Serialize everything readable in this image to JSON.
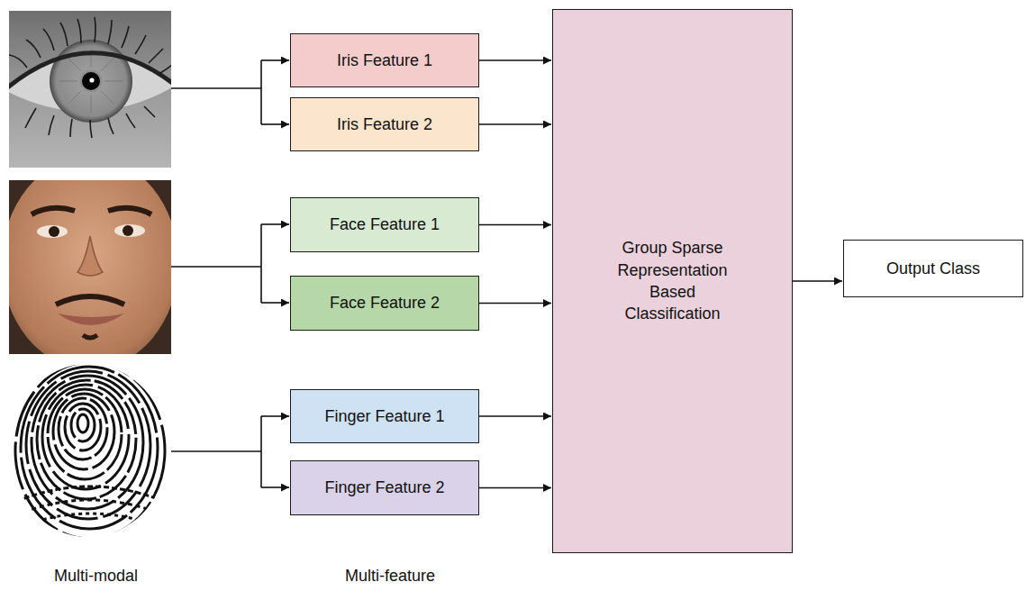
{
  "diagram": {
    "nodes": [
      {
        "text": [
          "Iris Feature 1"
        ]
      },
      {
        "text": [
          "Iris Feature 2"
        ]
      },
      {
        "text": [
          "Face Feature 1"
        ]
      },
      {
        "text": [
          "Face Feature 2"
        ]
      },
      {
        "text": [
          "Finger Feature 1"
        ]
      },
      {
        "text": [
          "Finger Feature 2"
        ]
      },
      {
        "text": [
          "Group Sparse Representation Based Classification"
        ]
      },
      {
        "text": [
          "Output Class"
        ]
      }
    ],
    "edges": [
      {
        "from": 0,
        "to": 6,
        "arrow": "to"
      },
      {
        "from": 1,
        "to": 6,
        "arrow": "to"
      },
      {
        "from": 2,
        "to": 6,
        "arrow": "to"
      },
      {
        "from": 3,
        "to": 6,
        "arrow": "to"
      },
      {
        "from": 4,
        "to": 6,
        "arrow": "to"
      },
      {
        "from": 5,
        "to": 6,
        "arrow": "to"
      },
      {
        "from": 6,
        "to": 7,
        "arrow": "to"
      }
    ],
    "labels": [
      "Multi-modal",
      "Multi-feature"
    ]
  }
}
